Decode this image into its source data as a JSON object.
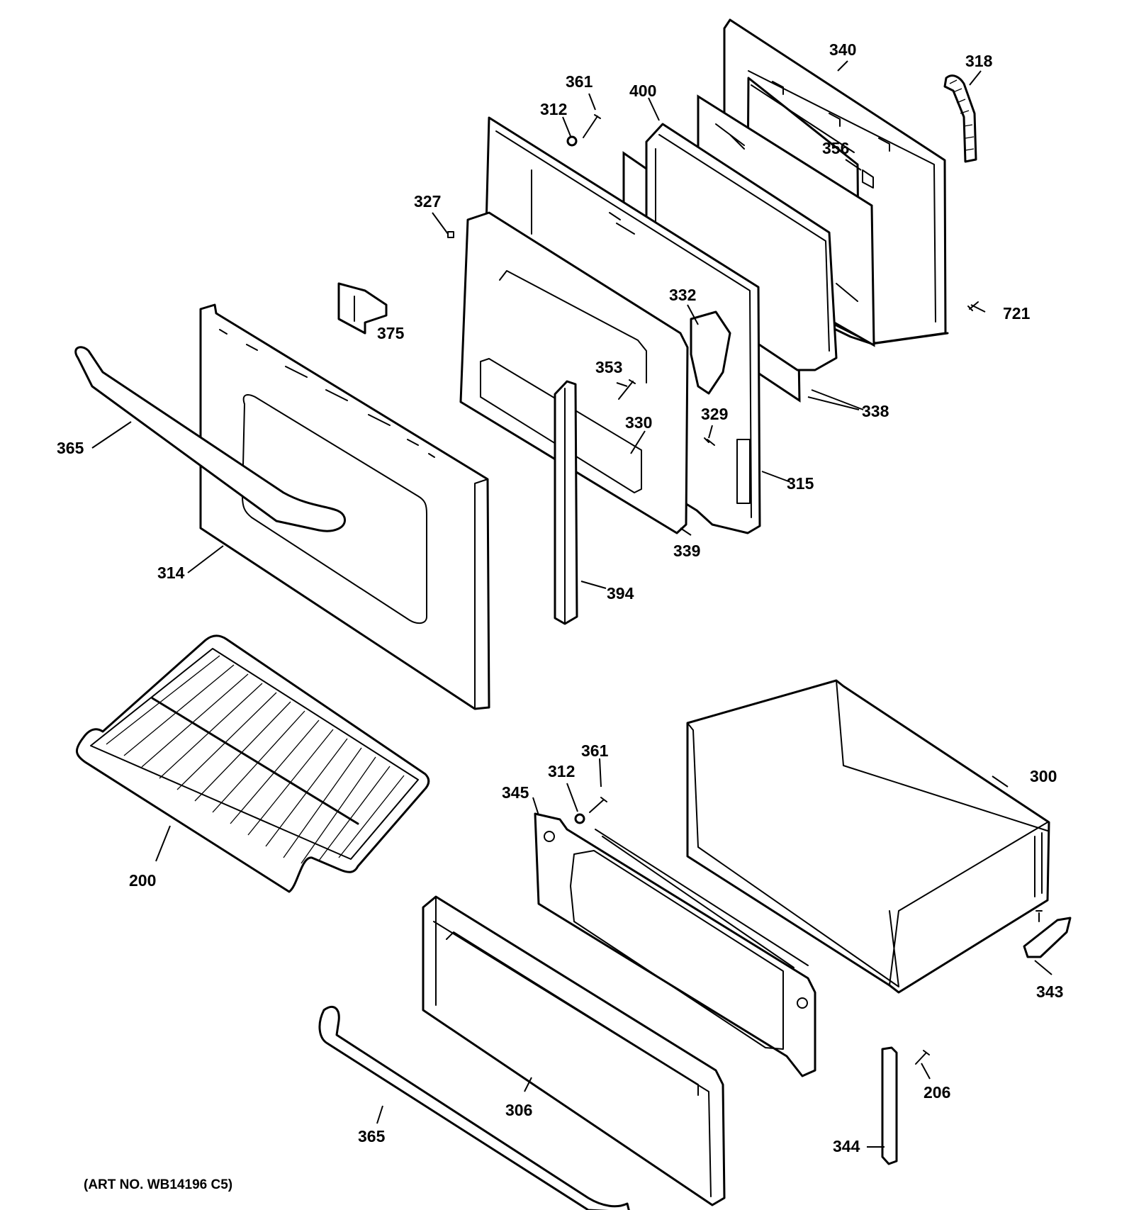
{
  "art_number": "(ART NO. WB14196 C5)",
  "callouts": {
    "c340": "340",
    "c318": "318",
    "c361_top": "361",
    "c400": "400",
    "c312_top": "312",
    "c356": "356",
    "c327": "327",
    "c332": "332",
    "c721": "721",
    "c375": "375",
    "c353": "353",
    "c338": "338",
    "c329": "329",
    "c330": "330",
    "c365_top": "365",
    "c315": "315",
    "c339": "339",
    "c314": "314",
    "c394": "394",
    "c361_bottom": "361",
    "c312_bottom": "312",
    "c300": "300",
    "c345": "345",
    "c200": "200",
    "c343": "343",
    "c206": "206",
    "c306": "306",
    "c344": "344",
    "c365_bottom": "365"
  }
}
